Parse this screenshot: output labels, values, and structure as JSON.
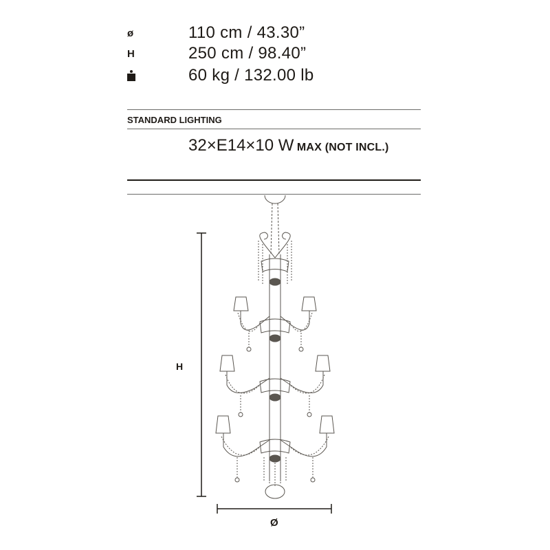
{
  "specs": [
    {
      "icon": "diameter-icon",
      "label": "ø",
      "value": "110 cm / 43.30”"
    },
    {
      "icon": "height-icon",
      "label": "H",
      "value": "250 cm / 98.40”"
    },
    {
      "icon": "weight-icon",
      "label": "",
      "value": "60 kg / 132.00 lb"
    }
  ],
  "lighting": {
    "heading": "STANDARD LIGHTING",
    "value_main": "32×E14×10 W",
    "value_suffix": "MAX (NOT INCL.)"
  },
  "drawing": {
    "height_label": "H",
    "diameter_label": "Ø"
  },
  "colors": {
    "text": "#1e1a16",
    "rule": "#6b6b68",
    "drawing": "#5a5650"
  }
}
